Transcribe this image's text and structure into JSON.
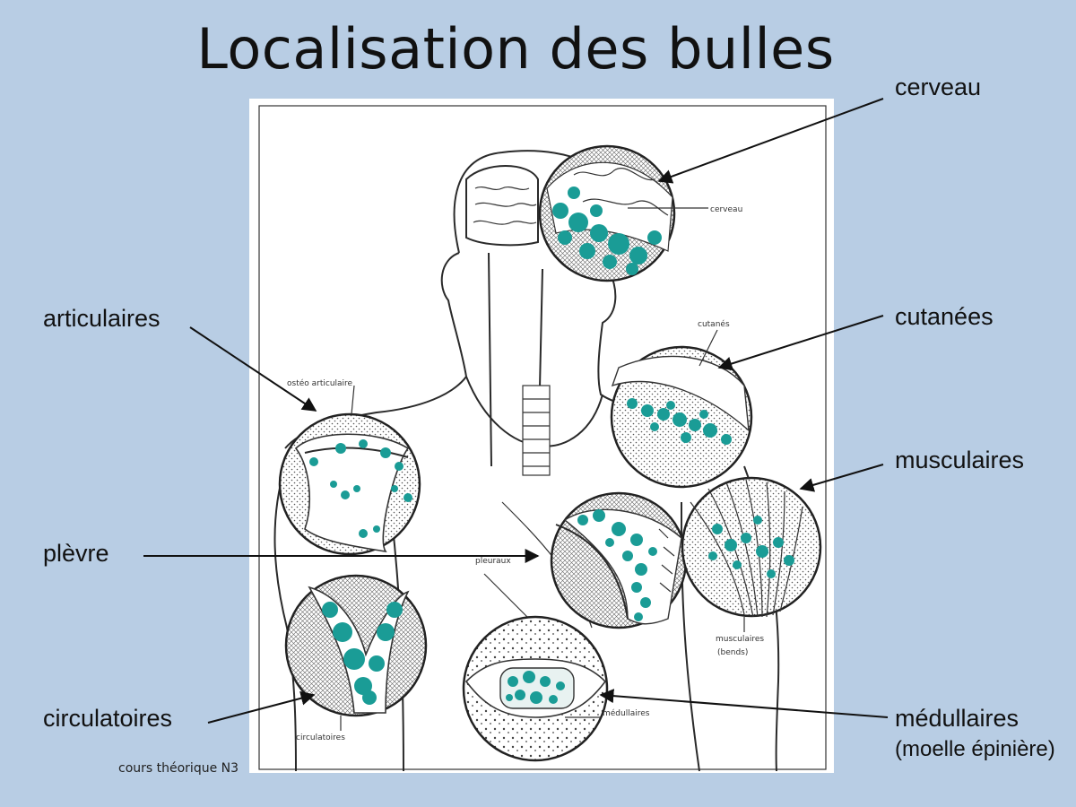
{
  "title": "Localisation des bulles",
  "footer": "cours théorique N3",
  "colors": {
    "background": "#b8cde4",
    "bubble": "#1a9c96",
    "figure_bg": "#ffffff"
  },
  "callouts": {
    "cerveau": "cerveau",
    "cutanees": "cutanées",
    "musculaires": "musculaires",
    "medullaires": "médullaires",
    "medullaires_sub": "(moelle épinière)",
    "articulaires": "articulaires",
    "plevre": "plèvre",
    "circulatoires": "circulatoires"
  },
  "figure_labels": {
    "cerveau": "cerveau",
    "cutanes": "cutanés",
    "osteo": "ostéo articulaire",
    "pleuraux": "pleuraux",
    "musculaires": "musculaires",
    "bends": "(bends)",
    "medullaires": "médullaires",
    "circulatoires": "circulatoires"
  }
}
